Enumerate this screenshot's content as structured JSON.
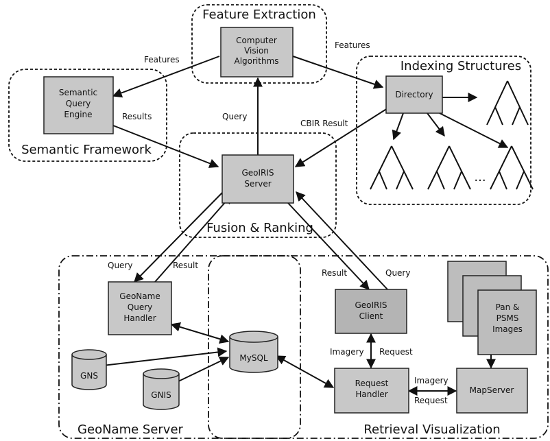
{
  "colors": {
    "box_fill": "#c8c8c8",
    "client_fill": "#b4b4b4",
    "stack_fill": "#bdbdbd",
    "line": "#111111",
    "background": "#ffffff"
  },
  "regions": {
    "feature_extraction": "Feature Extraction",
    "indexing_structures": "Indexing Structures",
    "semantic_framework": "Semantic Framework",
    "fusion_ranking": "Fusion & Ranking",
    "geoname_server": "GeoName Server",
    "retrieval_visualization": "Retrieval Visualization"
  },
  "boxes": {
    "computer_vision": [
      "Computer",
      "Vision",
      "Algorithms"
    ],
    "semantic_query_engine": [
      "Semantic",
      "Query",
      "Engine"
    ],
    "directory": [
      "Directory"
    ],
    "geoiris_server": [
      "GeoIRIS",
      "Server"
    ],
    "geoname_handler": [
      "GeoName",
      "Query",
      "Handler"
    ],
    "geoiris_client": [
      "GeoIRIS",
      "Client"
    ],
    "pan_psms": [
      "Pan &",
      "PSMS",
      "Images"
    ],
    "request_handler": [
      "Request",
      "Handler"
    ],
    "mapserver": [
      "MapServer"
    ]
  },
  "databases": {
    "mysql": "MySQL",
    "gns": "GNS",
    "gnis": "GNIS"
  },
  "edge_labels": {
    "features_left": "Features",
    "features_right": "Features",
    "results": "Results",
    "query_top": "Query",
    "cbir_result": "CBIR Result",
    "query_geoname": "Query",
    "result_geoname": "Result",
    "result_client": "Result",
    "query_client": "Query",
    "imagery_client": "Imagery",
    "request_client": "Request",
    "imagery_map": "Imagery",
    "request_map": "Request"
  },
  "ellipsis": "..."
}
